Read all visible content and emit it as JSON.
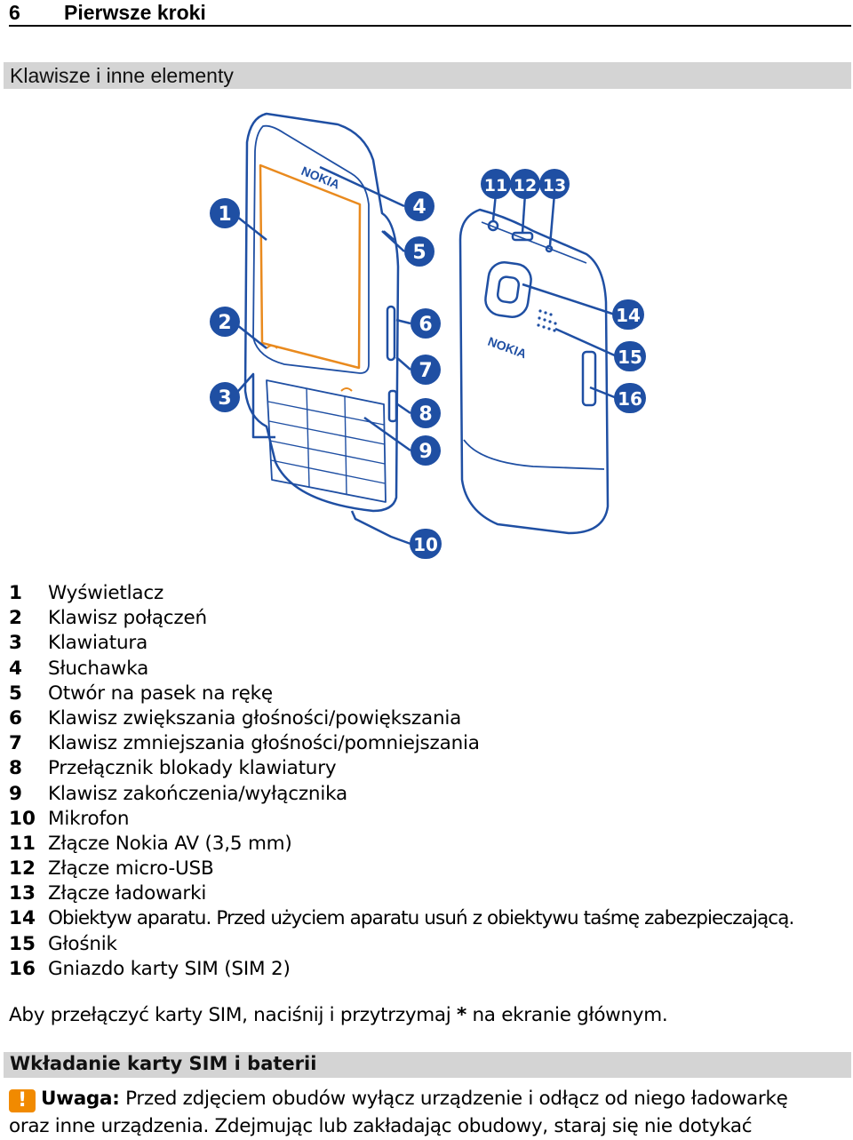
{
  "header": {
    "page_number": "6",
    "chapter_title": "Pierwsze kroki"
  },
  "section1": {
    "title": "Klawisze i inne elementy"
  },
  "figure": {
    "callouts": [
      "1",
      "2",
      "3",
      "4",
      "5",
      "6",
      "7",
      "8",
      "9",
      "10",
      "11",
      "12",
      "13",
      "14",
      "15",
      "16"
    ],
    "logo_text": "NOKIA",
    "colors": {
      "outline": "#1f4fa3",
      "screen": "#e98a1e",
      "callout_bg": "#1f4fa3",
      "callout_text": "#ffffff"
    }
  },
  "legend": [
    {
      "num": "1",
      "text": "Wyświetlacz"
    },
    {
      "num": "2",
      "text": "Klawisz połączeń"
    },
    {
      "num": "3",
      "text": "Klawiatura"
    },
    {
      "num": "4",
      "text": "Słuchawka"
    },
    {
      "num": "5",
      "text": "Otwór na pasek na rękę"
    },
    {
      "num": "6",
      "text": "Klawisz zwiększania głośności/powiększania"
    },
    {
      "num": "7",
      "text": "Klawisz zmniejszania głośności/pomniejszania"
    },
    {
      "num": "8",
      "text": "Przełącznik blokady klawiatury"
    },
    {
      "num": "9",
      "text": "Klawisz zakończenia/wyłącznika"
    },
    {
      "num": "10",
      "text": "Mikrofon"
    },
    {
      "num": "11",
      "text": "Złącze Nokia AV (3,5 mm)"
    },
    {
      "num": "12",
      "text": "Złącze micro-USB"
    },
    {
      "num": "13",
      "text": "Złącze ładowarki"
    },
    {
      "num": "14",
      "text": "Obiektyw aparatu. Przed użyciem aparatu usuń z obiektywu taśmę zabezpieczającą."
    },
    {
      "num": "15",
      "text": "Głośnik"
    },
    {
      "num": "16",
      "text": "Gniazdo karty SIM (SIM 2)"
    }
  ],
  "hint": {
    "before": "Aby przełączyć karty SIM, naciśnij i przytrzymaj ",
    "key": "*",
    "after": " na ekranie głównym."
  },
  "section2": {
    "title": "Wkładanie karty SIM i baterii"
  },
  "note": {
    "icon": "!",
    "label": "Uwaga:",
    "line1": " Przed zdjęciem obudów wyłącz urządzenie i odłącz od niego ładowarkę",
    "line2": "oraz inne urządzenia. Zdejmując lub zakładając obudowy, staraj się nie dotykać"
  }
}
